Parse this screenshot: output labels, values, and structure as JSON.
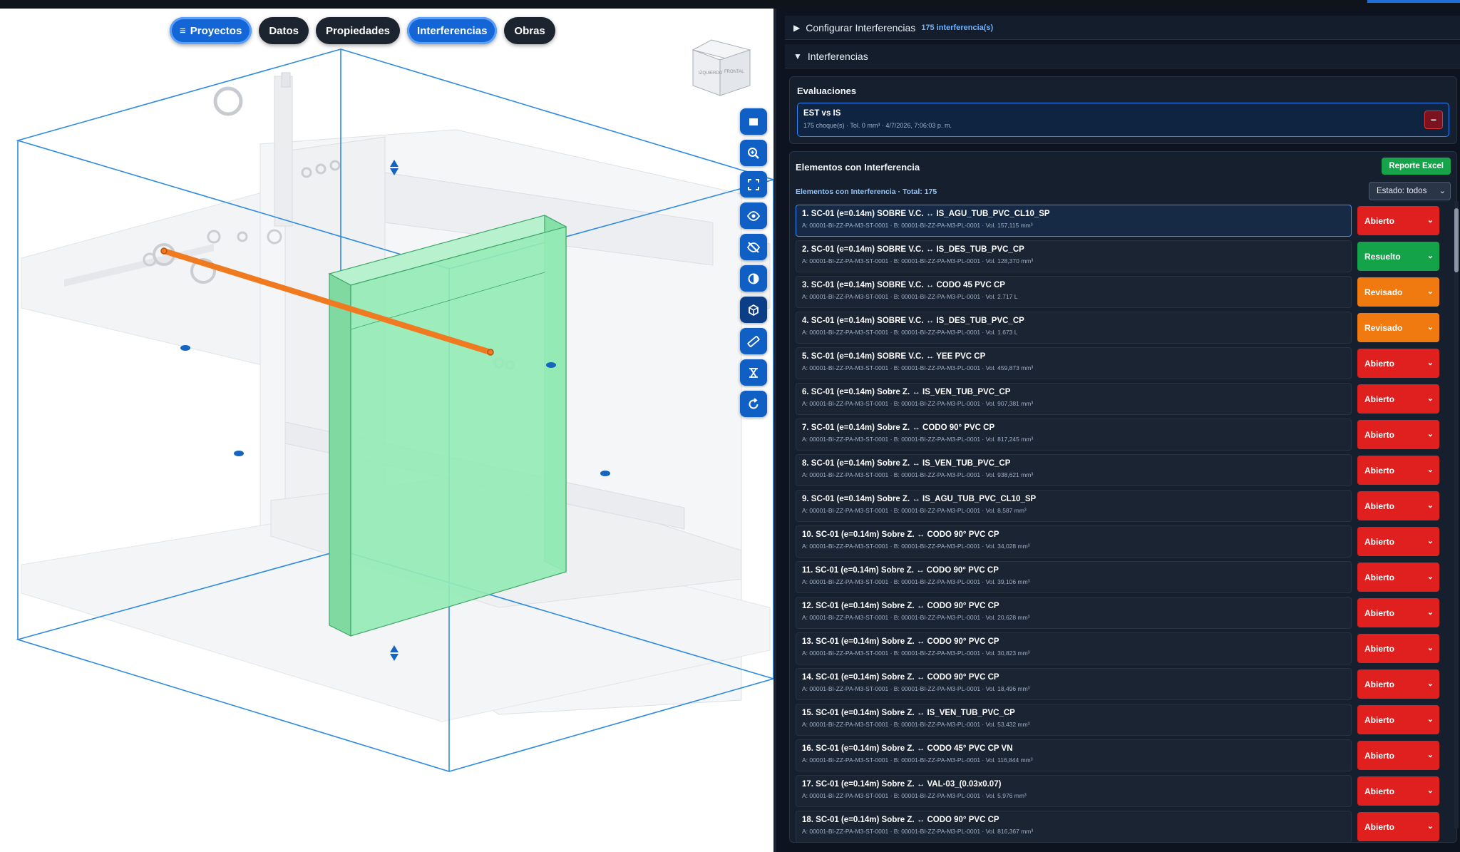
{
  "nav": {
    "tabs": [
      {
        "label": "Proyectos",
        "icon": "menu-icon",
        "active": true
      },
      {
        "label": "Datos"
      },
      {
        "label": "Propiedades"
      },
      {
        "label": "Interferencias",
        "active": true
      },
      {
        "label": "Obras"
      }
    ]
  },
  "viewcube": {
    "left": "IZQUIERDO",
    "front": "FRONTAL"
  },
  "tools": [
    "select-icon",
    "zoom-icon",
    "fit-icon",
    "show-icon",
    "hide-icon",
    "contrast-icon",
    "box-icon",
    "measure-icon",
    "filter-icon",
    "reset-icon"
  ],
  "panel": {
    "config": {
      "title": "Configurar Interferencias",
      "count": "175 interferencia(s)"
    },
    "interferencias": {
      "title": "Interferencias"
    },
    "evaluaciones": {
      "title": "Evaluaciones",
      "card": {
        "name": "EST vs IS",
        "meta": "175 choque(s) · Tol. 0 mm³ · 4/7/2026, 7:06:03 p. m.",
        "delete": "−"
      }
    },
    "elementos": {
      "title": "Elementos con Interferencia",
      "excel": "Reporte Excel",
      "subtitle": "Elementos con Interferencia · Total: 175",
      "filter": "Estado: todos"
    },
    "rows": [
      {
        "title": "1. SC-01 (e=0.14m) SOBRE V.C. ↔ IS_AGU_TUB_PVC_CL10_SP",
        "detail": "A: 00001-BI-ZZ-PA-M3-ST-0001 · B: 00001-BI-ZZ-PA-M3-PL-0001 · Vol. 157,115 mm³",
        "status": "Abierto"
      },
      {
        "title": "2. SC-01 (e=0.14m) SOBRE V.C. ↔ IS_DES_TUB_PVC_CP",
        "detail": "A: 00001-BI-ZZ-PA-M3-ST-0001 · B: 00001-BI-ZZ-PA-M3-PL-0001 · Vol. 128,370 mm³",
        "status": "Resuelto"
      },
      {
        "title": "3. SC-01 (e=0.14m) SOBRE V.C. ↔ CODO 45 PVC CP",
        "detail": "A: 00001-BI-ZZ-PA-M3-ST-0001 · B: 00001-BI-ZZ-PA-M3-PL-0001 · Vol. 2.717 L",
        "status": "Revisado"
      },
      {
        "title": "4. SC-01 (e=0.14m) SOBRE V.C. ↔ IS_DES_TUB_PVC_CP",
        "detail": "A: 00001-BI-ZZ-PA-M3-ST-0001 · B: 00001-BI-ZZ-PA-M3-PL-0001 · Vol. 1.673 L",
        "status": "Revisado"
      },
      {
        "title": "5. SC-01 (e=0.14m) SOBRE V.C. ↔ YEE PVC CP",
        "detail": "A: 00001-BI-ZZ-PA-M3-ST-0001 · B: 00001-BI-ZZ-PA-M3-PL-0001 · Vol. 459,873 mm³",
        "status": "Abierto"
      },
      {
        "title": "6. SC-01 (e=0.14m) Sobre Z. ↔ IS_VEN_TUB_PVC_CP",
        "detail": "A: 00001-BI-ZZ-PA-M3-ST-0001 · B: 00001-BI-ZZ-PA-M3-PL-0001 · Vol. 907,381 mm³",
        "status": "Abierto"
      },
      {
        "title": "7. SC-01 (e=0.14m) Sobre Z. ↔ CODO 90° PVC CP",
        "detail": "A: 00001-BI-ZZ-PA-M3-ST-0001 · B: 00001-BI-ZZ-PA-M3-PL-0001 · Vol. 817,245 mm³",
        "status": "Abierto"
      },
      {
        "title": "8. SC-01 (e=0.14m) Sobre Z. ↔ IS_VEN_TUB_PVC_CP",
        "detail": "A: 00001-BI-ZZ-PA-M3-ST-0001 · B: 00001-BI-ZZ-PA-M3-PL-0001 · Vol. 938,621 mm³",
        "status": "Abierto"
      },
      {
        "title": "9. SC-01 (e=0.14m) Sobre Z. ↔ IS_AGU_TUB_PVC_CL10_SP",
        "detail": "A: 00001-BI-ZZ-PA-M3-ST-0001 · B: 00001-BI-ZZ-PA-M3-PL-0001 · Vol. 8,587 mm³",
        "status": "Abierto"
      },
      {
        "title": "10. SC-01 (e=0.14m) Sobre Z. ↔ CODO 90° PVC CP",
        "detail": "A: 00001-BI-ZZ-PA-M3-ST-0001 · B: 00001-BI-ZZ-PA-M3-PL-0001 · Vol. 34,028 mm³",
        "status": "Abierto"
      },
      {
        "title": "11. SC-01 (e=0.14m) Sobre Z. ↔ CODO 90° PVC CP",
        "detail": "A: 00001-BI-ZZ-PA-M3-ST-0001 · B: 00001-BI-ZZ-PA-M3-PL-0001 · Vol. 39,106 mm³",
        "status": "Abierto"
      },
      {
        "title": "12. SC-01 (e=0.14m) Sobre Z. ↔ CODO 90° PVC CP",
        "detail": "A: 00001-BI-ZZ-PA-M3-ST-0001 · B: 00001-BI-ZZ-PA-M3-PL-0001 · Vol. 20,628 mm³",
        "status": "Abierto"
      },
      {
        "title": "13. SC-01 (e=0.14m) Sobre Z. ↔ CODO 90° PVC CP",
        "detail": "A: 00001-BI-ZZ-PA-M3-ST-0001 · B: 00001-BI-ZZ-PA-M3-PL-0001 · Vol. 30,823 mm³",
        "status": "Abierto"
      },
      {
        "title": "14. SC-01 (e=0.14m) Sobre Z. ↔ CODO 90° PVC CP",
        "detail": "A: 00001-BI-ZZ-PA-M3-ST-0001 · B: 00001-BI-ZZ-PA-M3-PL-0001 · Vol. 18,496 mm³",
        "status": "Abierto"
      },
      {
        "title": "15. SC-01 (e=0.14m) Sobre Z. ↔ IS_VEN_TUB_PVC_CP",
        "detail": "A: 00001-BI-ZZ-PA-M3-ST-0001 · B: 00001-BI-ZZ-PA-M3-PL-0001 · Vol. 53,432 mm³",
        "status": "Abierto"
      },
      {
        "title": "16. SC-01 (e=0.14m) Sobre Z. ↔ CODO 45° PVC CP VN",
        "detail": "A: 00001-BI-ZZ-PA-M3-ST-0001 · B: 00001-BI-ZZ-PA-M3-PL-0001 · Vol. 116,844 mm³",
        "status": "Abierto"
      },
      {
        "title": "17. SC-01 (e=0.14m) Sobre Z. ↔ VAL-03_(0.03x0.07)",
        "detail": "A: 00001-BI-ZZ-PA-M3-ST-0001 · B: 00001-BI-ZZ-PA-M3-PL-0001 · Vol. 5,976 mm³",
        "status": "Abierto"
      },
      {
        "title": "18. SC-01 (e=0.14m) Sobre Z. ↔ CODO 90° PVC CP",
        "detail": "A: 00001-BI-ZZ-PA-M3-ST-0001 · B: 00001-BI-ZZ-PA-M3-PL-0001 · Vol. 816,367 mm³",
        "status": "Abierto"
      }
    ]
  },
  "colors": {
    "abierto": "#e0201e",
    "resuelto": "#15a34a",
    "revisado": "#f07a10",
    "clash": "#f07a20",
    "element": "#8fe8b0",
    "section": "#2f8be0"
  }
}
